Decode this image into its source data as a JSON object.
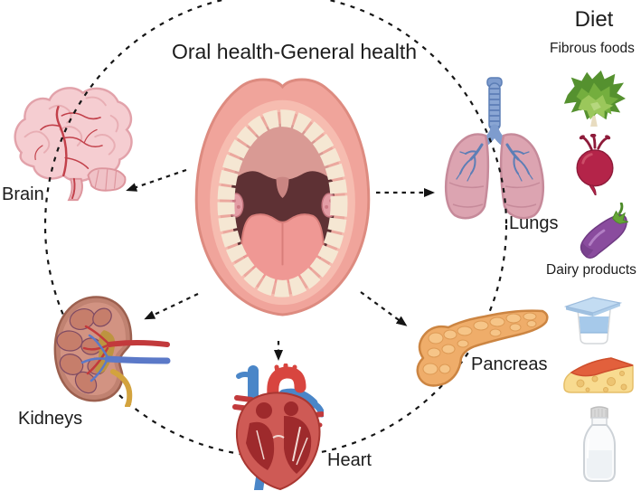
{
  "figure": {
    "title": "Oral health-General health",
    "center_illustration": "open-mouth",
    "connection_style": "dashed-ring-with-arrows",
    "arrow_targets": [
      "brain",
      "lungs",
      "kidneys",
      "heart",
      "pancreas"
    ]
  },
  "organs": [
    {
      "id": "brain",
      "label": "Brain",
      "icon": "brain-icon"
    },
    {
      "id": "lungs",
      "label": "Lungs",
      "icon": "lungs-icon"
    },
    {
      "id": "kidneys",
      "label": "Kidneys",
      "icon": "kidney-icon"
    },
    {
      "id": "heart",
      "label": "Heart",
      "icon": "heart-icon"
    },
    {
      "id": "pancreas",
      "label": "Pancreas",
      "icon": "pancreas-icon"
    }
  ],
  "diet": {
    "title": "Diet",
    "groups": [
      {
        "label": "Fibrous foods",
        "items": [
          "leafy-greens-icon",
          "beetroot-icon",
          "eggplant-icon"
        ]
      },
      {
        "label": "Dairy products",
        "items": [
          "yogurt-cup-icon",
          "cheese-wedge-icon",
          "milk-bottle-icon"
        ]
      }
    ]
  },
  "colors": {
    "background": "#FFFFFF",
    "line": "#161616",
    "text": "#1C1C1C",
    "brain_pink": "#F5CDD1",
    "vessel_red": "#C2404A",
    "lung_pink": "#DCA4B1",
    "airway_blue": "#7E9CCE",
    "lip_salmon": "#F0A49B",
    "tooth_cream": "#F5E7D3",
    "throat_brown": "#5E3134",
    "tongue_pink": "#EF9894",
    "kidney_brown": "#C08271",
    "artery_red": "#C23A3C",
    "vein_blue": "#5B79C8",
    "ureter_yellow": "#D3A33E",
    "heart_red": "#CE5A55",
    "heart_vessel_blue": "#4A86C8",
    "pancreas_orange": "#EFAD6A",
    "greens": "#74AE3E",
    "beet_red": "#B42449",
    "eggplant_purple": "#8A4C9E",
    "lid_blue": "#C3DCF2",
    "cheese_yellow": "#F8DB90",
    "rind_orange": "#E2603C"
  }
}
